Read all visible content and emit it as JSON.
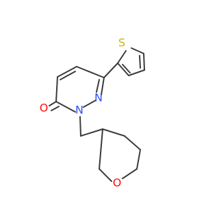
{
  "structure": {
    "atoms": {
      "S": {
        "symbol": "S",
        "color": "#c8b400"
      },
      "N1": {
        "symbol": "N",
        "color": "#3050f8"
      },
      "N2": {
        "symbol": "N",
        "color": "#3050f8"
      },
      "O1": {
        "symbol": "O",
        "color": "#ff0d0d"
      },
      "O2": {
        "symbol": "O",
        "color": "#ff0d0d"
      }
    },
    "bond_color": "#3a3a3a",
    "background": "#ffffff"
  }
}
